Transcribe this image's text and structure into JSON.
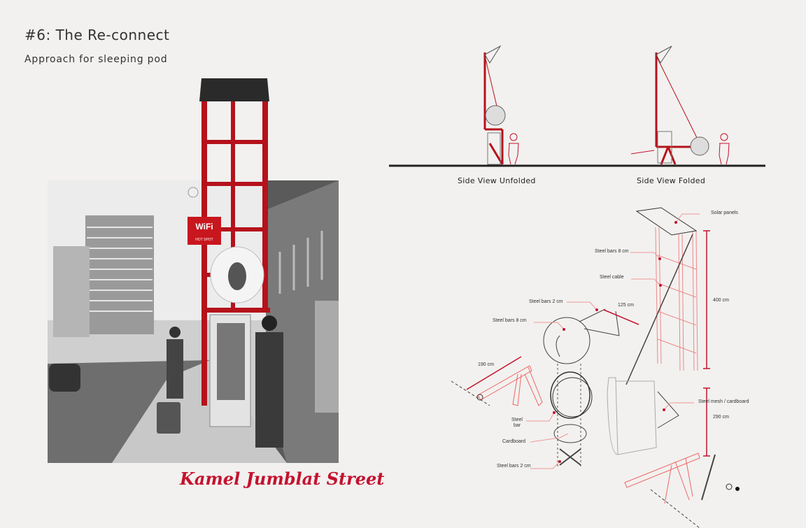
{
  "header": {
    "title": "#6: The Re-connect",
    "subtitle": "Approach for sleeping pod"
  },
  "photo": {
    "street_name": "Kamel Jumblat Street",
    "sign_title": "WiFi",
    "sign_subtitle": "HOT SPOT"
  },
  "side_views": [
    {
      "label": "Side View Unfolded"
    },
    {
      "label": "Side View Folded"
    }
  ],
  "callouts": {
    "solar": "Solar panels",
    "steel8_top": "Steel bars 8 cm",
    "cable": "Steel cable",
    "steel2_top": "Steel bars 2 cm",
    "dim125": "125 cm",
    "steel8_ball": "Steel bars 8 cm",
    "dim400": "400 cm",
    "dim190": "190 cm",
    "steel_bar_1": "Steel",
    "steel_bar_2": "bar",
    "cardboard": "Cardboard",
    "steel2_bottom": "Steel bars 2 cm",
    "mesh": "Steel mesh / cardboard",
    "dim290": "290 cm"
  },
  "colors": {
    "accent": "#c4122f",
    "background": "#f2f1ef"
  }
}
